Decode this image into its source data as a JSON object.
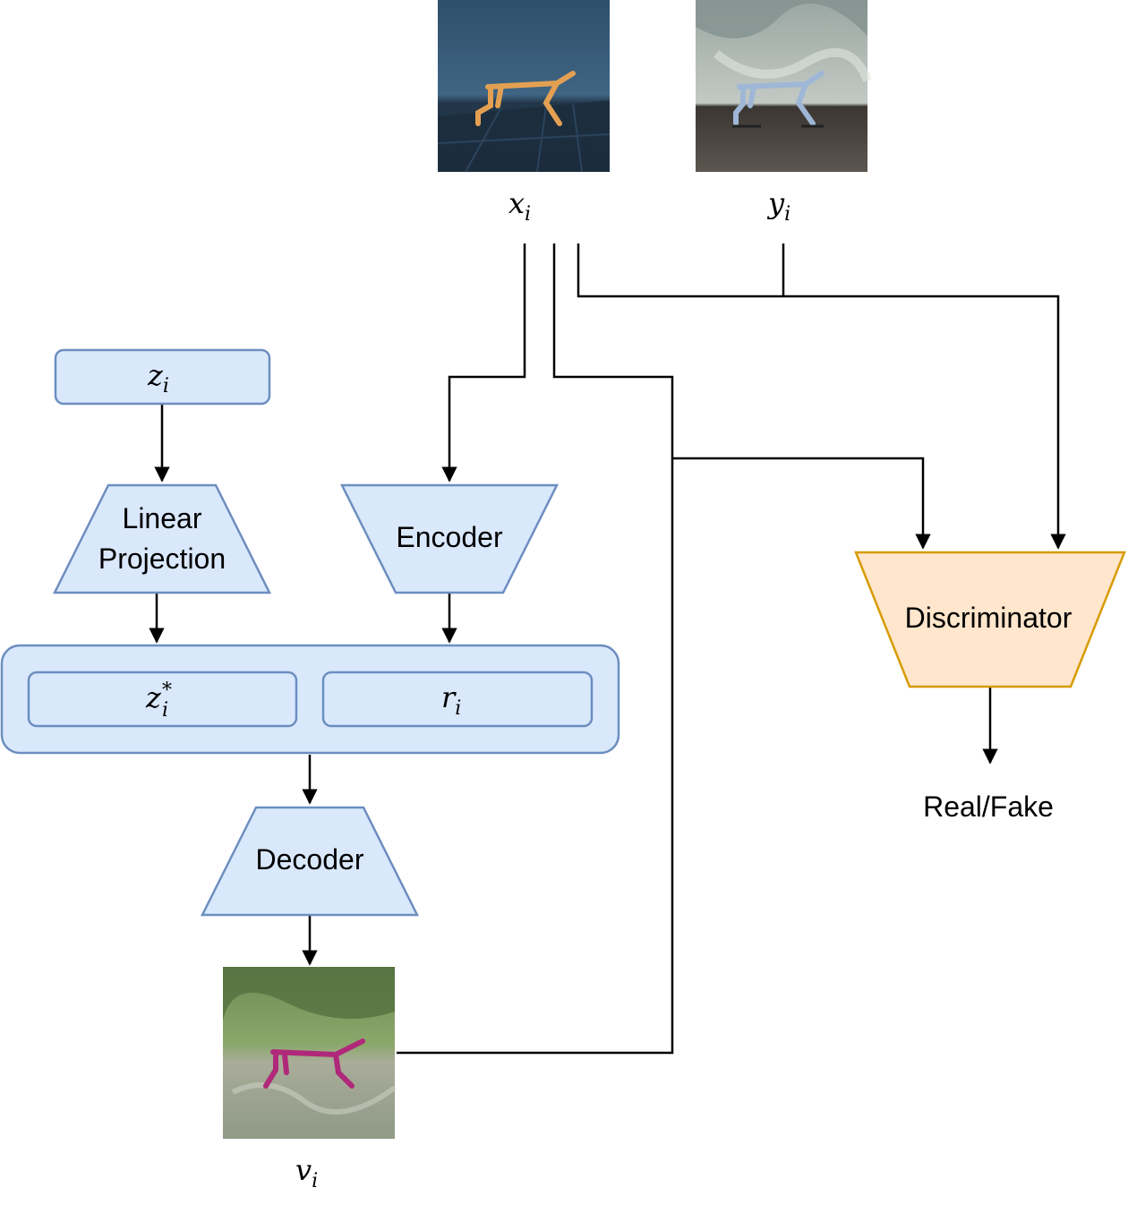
{
  "images": {
    "x": {
      "label_main": "x",
      "label_sub": "i"
    },
    "y": {
      "label_main": "y",
      "label_sub": "i"
    },
    "v": {
      "label_main": "v",
      "label_sub": "i"
    }
  },
  "nodes": {
    "z": {
      "main": "z",
      "sub": "i"
    },
    "linear_projection": {
      "line1": "Linear",
      "line2": "Projection"
    },
    "encoder": {
      "label": "Encoder"
    },
    "z_star": {
      "main": "z",
      "sub": "i",
      "sup": "*"
    },
    "r": {
      "main": "r",
      "sub": "i"
    },
    "decoder": {
      "label": "Decoder"
    },
    "discriminator": {
      "label": "Discriminator"
    },
    "output": {
      "label": "Real/Fake"
    }
  },
  "colors": {
    "blue_fill": "#dae8fc",
    "blue_stroke": "#6c8ebf",
    "orange_fill": "#ffe6cc",
    "orange_stroke": "#d79b00",
    "line": "#000000"
  }
}
